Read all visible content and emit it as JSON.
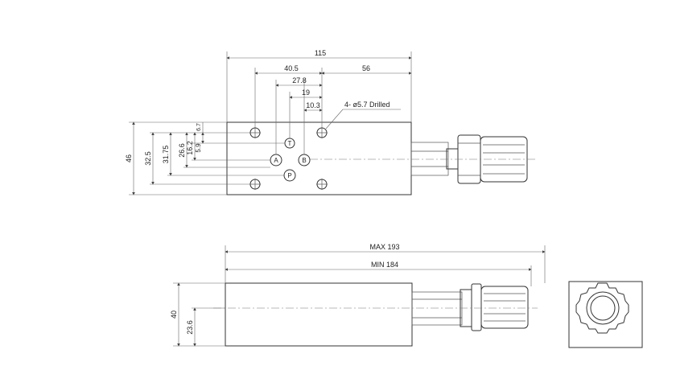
{
  "top_view": {
    "dim_overall_length": "115",
    "dim_a": "40.5",
    "dim_b": "56",
    "dim_c": "27.8",
    "dim_d": "19",
    "dim_e": "10.3",
    "hole_note": "4- ø5.7 Drilled",
    "dim_height": "46",
    "dim_v1": "32.5",
    "dim_v2": "31.75",
    "dim_v3": "26.6",
    "dim_v4": "16.2",
    "dim_v5": "5.9",
    "dim_v6": "6.7",
    "ports": {
      "T": "T",
      "A": "A",
      "B": "B",
      "P": "P"
    }
  },
  "side_view": {
    "dim_max": "MAX  193",
    "dim_min": "MIN   184",
    "dim_height": "40",
    "dim_center": "23.6"
  }
}
